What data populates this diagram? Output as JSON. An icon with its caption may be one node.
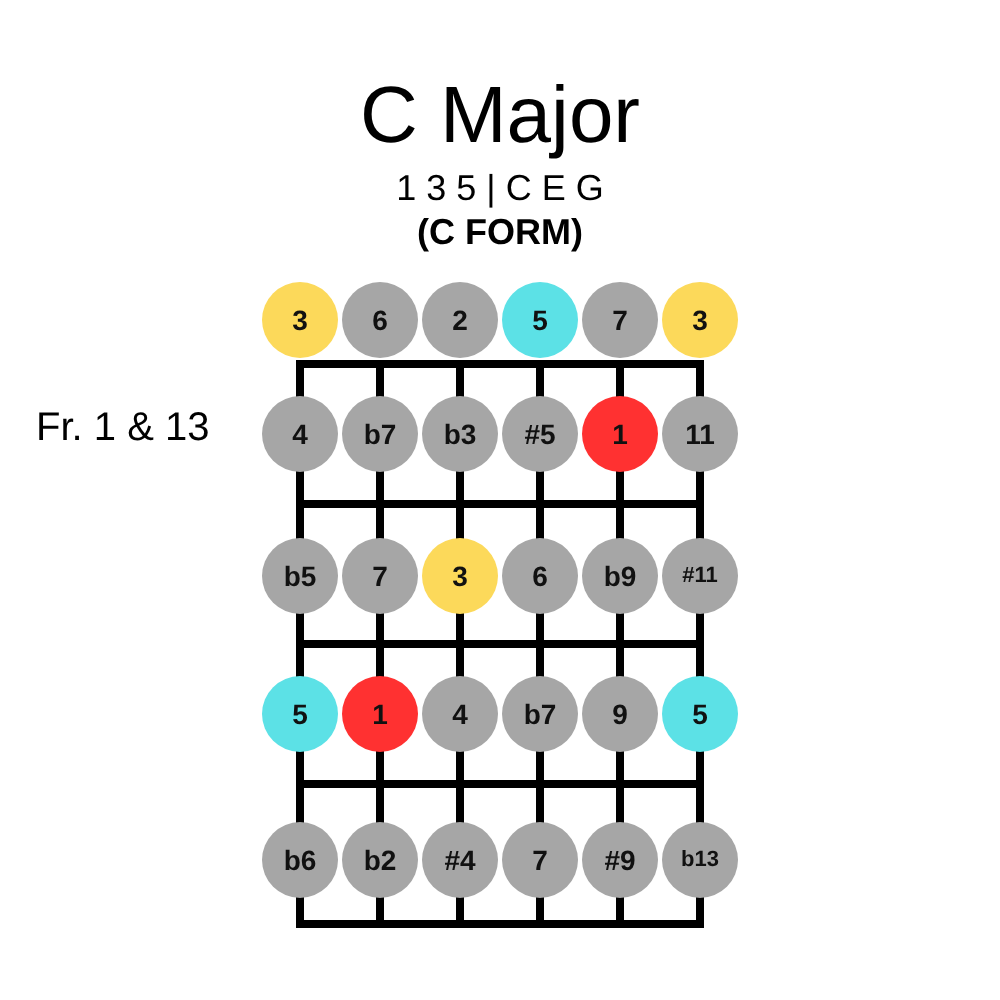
{
  "diagram": {
    "title": "C Major",
    "nodes": [
      {
        "text": [
          "3"
        ]
      },
      {
        "text": [
          "6"
        ]
      },
      {
        "text": [
          "2"
        ]
      },
      {
        "text": [
          "5"
        ]
      },
      {
        "text": [
          "7"
        ]
      },
      {
        "text": [
          "3"
        ]
      },
      {
        "text": [
          "4"
        ]
      },
      {
        "text": [
          "b7"
        ]
      },
      {
        "text": [
          "b3"
        ]
      },
      {
        "text": [
          "#5"
        ]
      },
      {
        "text": [
          "1"
        ]
      },
      {
        "text": [
          "11"
        ]
      },
      {
        "text": [
          "b5"
        ]
      },
      {
        "text": [
          "7"
        ]
      },
      {
        "text": [
          "3"
        ]
      },
      {
        "text": [
          "6"
        ]
      },
      {
        "text": [
          "b9"
        ]
      },
      {
        "text": [
          "#11"
        ]
      },
      {
        "text": [
          "5"
        ]
      },
      {
        "text": [
          "1"
        ]
      },
      {
        "text": [
          "4"
        ]
      },
      {
        "text": [
          "b7"
        ]
      },
      {
        "text": [
          "9"
        ]
      },
      {
        "text": [
          "5"
        ]
      },
      {
        "text": [
          "b6"
        ]
      },
      {
        "text": [
          "b2"
        ]
      },
      {
        "text": [
          "#4"
        ]
      },
      {
        "text": [
          "7"
        ]
      },
      {
        "text": [
          "#9"
        ]
      },
      {
        "text": [
          "b13"
        ]
      }
    ],
    "labels": [
      "1 3 5 | C E G",
      "(C FORM)",
      "Fr. 1 & 13"
    ]
  }
}
